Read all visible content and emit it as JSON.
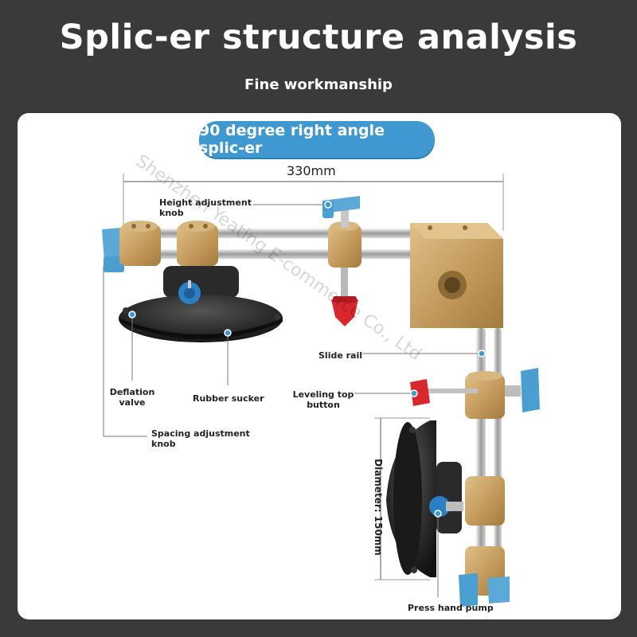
{
  "header": {
    "title": "Splic-er structure analysis",
    "subtitle": "Fine workmanship"
  },
  "badge": {
    "label": "90 degree right angle splic-er"
  },
  "dimension": {
    "width_label": "330mm",
    "diameter_label": "Diameter: 150mm"
  },
  "callouts": {
    "height_adjustment_knob": "Height adjustment knob",
    "deflation_valve": "Deflation valve",
    "rubber_sucker": "Rubber sucker",
    "spacing_adjustment_knob": "Spacing adjustment knob",
    "slide_rail": "Slide rail",
    "leveling_top_button": "Leveling top button",
    "press_hand_pump": "Press hand pump"
  },
  "watermark": {
    "text": "Shenzhen Yeating E-commerce Co., Ltd"
  },
  "colors": {
    "background": "#3a3a3a",
    "card": "#ffffff",
    "accent_blue": "#3f98cf",
    "brass": "#c9a46a",
    "knob_red": "#d8282e",
    "rubber_black": "#1f1f1f"
  }
}
